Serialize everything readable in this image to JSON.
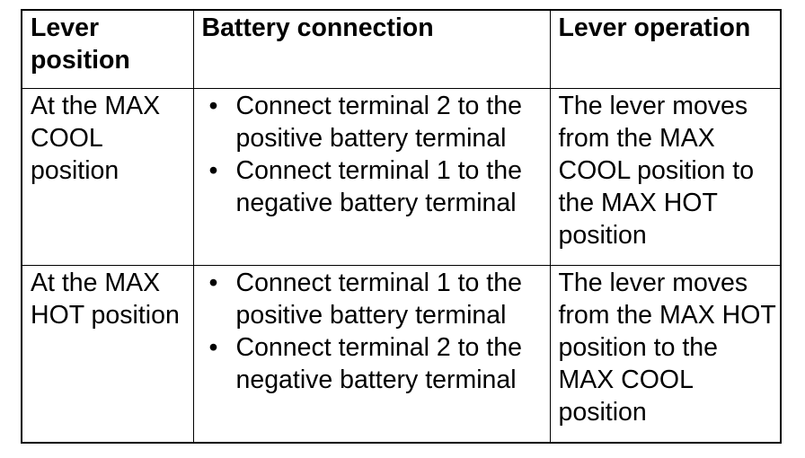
{
  "table": {
    "headers": [
      "Lever position",
      "Battery connection",
      "Lever operation"
    ],
    "rows": [
      {
        "lever_position": "At the MAX COOL position",
        "battery_connection": [
          "Connect terminal 2 to the positive battery terminal",
          "Connect terminal 1 to the negative battery terminal"
        ],
        "lever_operation": "The lever moves from the MAX COOL position to the MAX HOT position"
      },
      {
        "lever_position": "At the MAX HOT position",
        "battery_connection": [
          "Connect terminal 1 to the positive battery terminal",
          "Connect terminal 2 to the negative battery terminal"
        ],
        "lever_operation": "The lever moves from the MAX HOT position to the MAX COOL position"
      }
    ]
  }
}
